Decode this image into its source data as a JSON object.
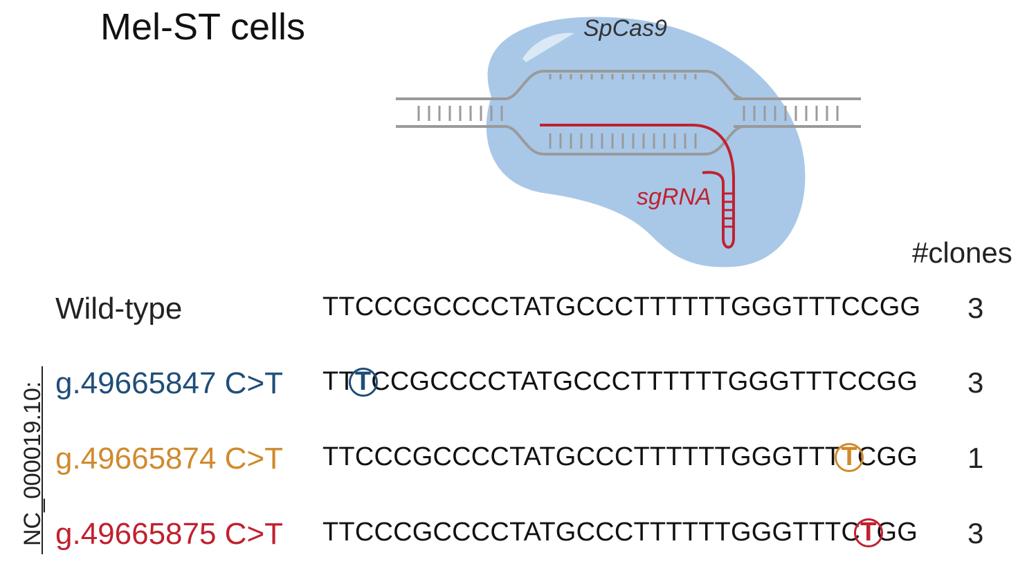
{
  "title": "Mel-ST cells",
  "diagram": {
    "protein_label": "SpCas9",
    "guide_label": "sgRNA",
    "colors": {
      "protein": "#a9c8e8",
      "dna": "#9a9a9a",
      "guide": "#c0212f"
    }
  },
  "table": {
    "count_header": "#clones",
    "reference_label": "NC_000019.10:",
    "rows": [
      {
        "label": "Wild-type",
        "color": "#222222",
        "sequence": "TTCCCGCCCCTATGCCCTTTTTTGGGTTTCCGG",
        "highlight_index": -1,
        "count": "3"
      },
      {
        "label": "g.49665847 C>T",
        "color": "#1f4e79",
        "sequence": "TTTCCGCCCCTATGCCCTTTTTTGGGTTTCCGG",
        "highlight_index": 2,
        "count": "3"
      },
      {
        "label": "g.49665874 C>T",
        "color": "#d08a2c",
        "sequence": "TTCCCGCCCCTATGCCCTTTTTTGGGTTTTCGG",
        "highlight_index": 29,
        "count": "1"
      },
      {
        "label": "g.49665875 C>T",
        "color": "#c0212f",
        "sequence": "TTCCCGCCCCTATGCCCTTTTTTGGGTTTCTGG",
        "highlight_index": 30,
        "count": "3"
      }
    ]
  }
}
